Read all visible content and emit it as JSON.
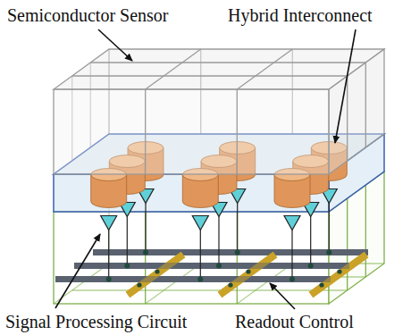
{
  "diagram": {
    "labels": [
      "Semiconductor Sensor",
      "Hybrid Interconnect",
      "Signal Processing Circuit",
      "Readout Control"
    ]
  }
}
